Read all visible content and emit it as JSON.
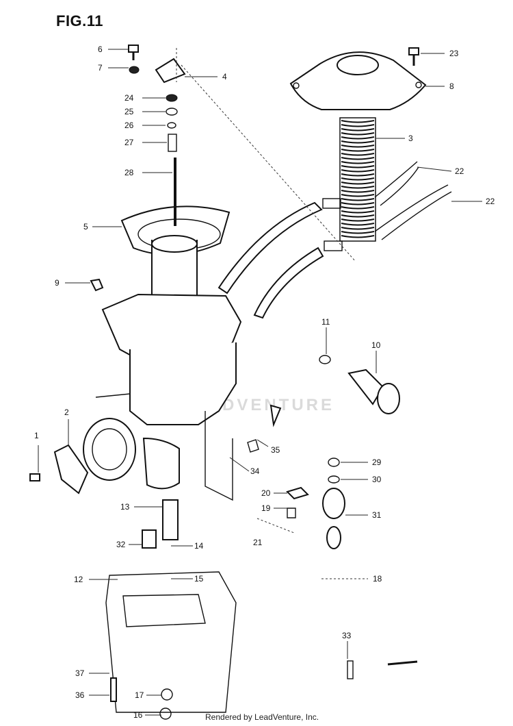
{
  "figure": {
    "title": "FIG.11",
    "watermark": "LEADVENTURE",
    "footer": "Rendered by LeadVenture, Inc."
  },
  "callouts": [
    {
      "id": "c1",
      "label": "1"
    },
    {
      "id": "c2",
      "label": "2"
    },
    {
      "id": "c3",
      "label": "3"
    },
    {
      "id": "c4",
      "label": "4"
    },
    {
      "id": "c5",
      "label": "5"
    },
    {
      "id": "c6",
      "label": "6"
    },
    {
      "id": "c7",
      "label": "7"
    },
    {
      "id": "c8",
      "label": "8"
    },
    {
      "id": "c9",
      "label": "9"
    },
    {
      "id": "c10",
      "label": "10"
    },
    {
      "id": "c11",
      "label": "11"
    },
    {
      "id": "c12",
      "label": "12"
    },
    {
      "id": "c13",
      "label": "13"
    },
    {
      "id": "c14",
      "label": "14"
    },
    {
      "id": "c15",
      "label": "15"
    },
    {
      "id": "c16",
      "label": "16"
    },
    {
      "id": "c17",
      "label": "17"
    },
    {
      "id": "c18",
      "label": "18"
    },
    {
      "id": "c19",
      "label": "19"
    },
    {
      "id": "c20",
      "label": "20"
    },
    {
      "id": "c21",
      "label": "21"
    },
    {
      "id": "c22a",
      "label": "22"
    },
    {
      "id": "c22b",
      "label": "22"
    },
    {
      "id": "c23",
      "label": "23"
    },
    {
      "id": "c24",
      "label": "24"
    },
    {
      "id": "c25",
      "label": "25"
    },
    {
      "id": "c26",
      "label": "26"
    },
    {
      "id": "c27",
      "label": "27"
    },
    {
      "id": "c28",
      "label": "28"
    },
    {
      "id": "c29",
      "label": "29"
    },
    {
      "id": "c30",
      "label": "30"
    },
    {
      "id": "c31",
      "label": "31"
    },
    {
      "id": "c32",
      "label": "32"
    },
    {
      "id": "c33",
      "label": "33"
    },
    {
      "id": "c34",
      "label": "34"
    },
    {
      "id": "c35",
      "label": "35"
    },
    {
      "id": "c36",
      "label": "36"
    },
    {
      "id": "c37",
      "label": "37"
    }
  ]
}
